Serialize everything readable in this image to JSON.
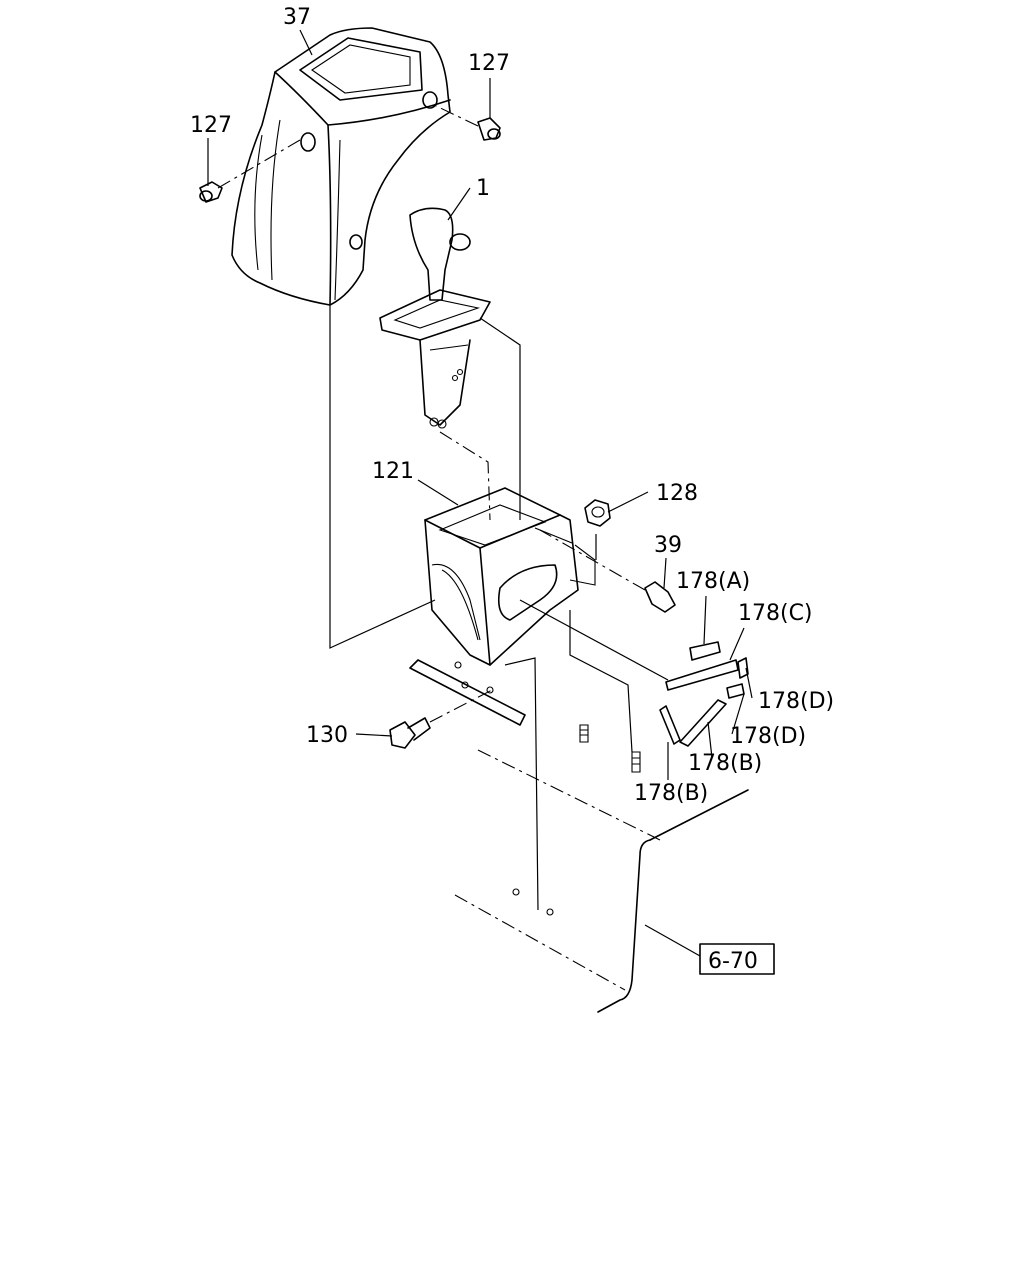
{
  "labels": {
    "part_37": "37",
    "part_127_right": "127",
    "part_127_left": "127",
    "part_1": "1",
    "part_121": "121",
    "part_128": "128",
    "part_39": "39",
    "part_178a": "178(A)",
    "part_178c": "178(C)",
    "part_178d_upper": "178(D)",
    "part_178d_lower": "178(D)",
    "part_178b_upper": "178(B)",
    "part_178b_lower": "178(B)",
    "part_130": "130",
    "page_ref": "6-70"
  }
}
